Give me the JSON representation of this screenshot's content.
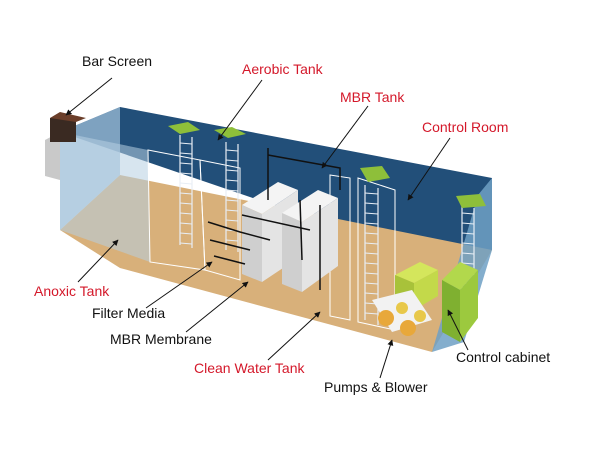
{
  "labels": {
    "bar_screen": "Bar Screen",
    "aerobic_tank": "Aerobic Tank",
    "mbr_tank": "MBR Tank",
    "control_room": "Control Room",
    "anoxic_tank": "Anoxic Tank",
    "filter_media": "Filter Media",
    "mbr_membrane": "MBR Membrane",
    "clean_water_tank": "Clean Water Tank",
    "control_cabinet": "Control cabinet",
    "pumps_blower": "Pumps & Blower"
  },
  "colors": {
    "red_label": "#d4182a",
    "black_label": "#111111",
    "wall_dark_blue": "#1e4c73",
    "wall_light_blue": "#86aecd",
    "floor": "#d8b07a",
    "green": "#8ebf3a",
    "yellow": "#e8c84a"
  }
}
